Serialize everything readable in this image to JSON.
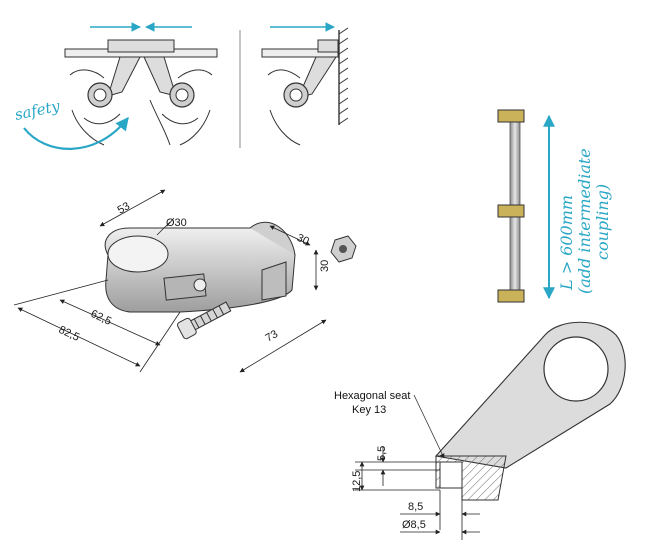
{
  "colors": {
    "accent": "#2aa7c6",
    "line": "#3a3a3a",
    "part_fill": "#d9d9d9",
    "part_shadow": "#a8a8a8",
    "hatch": "#666666",
    "bracket": "#c9b25a"
  },
  "annotations": {
    "safety": "safety",
    "length_note_1": "L > 600mm",
    "length_note_2": "(add intermediate",
    "length_note_3": "coupling)"
  },
  "dimensions": {
    "d53": "53",
    "d30_dia": "Ø30",
    "d30_top": "30",
    "d30_side": "30",
    "d62_5": "62,5",
    "d82_5": "82,5",
    "d73": "73",
    "d12_5": "12,5",
    "d5_5": "5,5",
    "d8_5": "8,5",
    "d8_5_dia": "Ø8,5"
  },
  "labels": {
    "hex_seat": "Hexagonal seat",
    "key": "Key 13"
  }
}
